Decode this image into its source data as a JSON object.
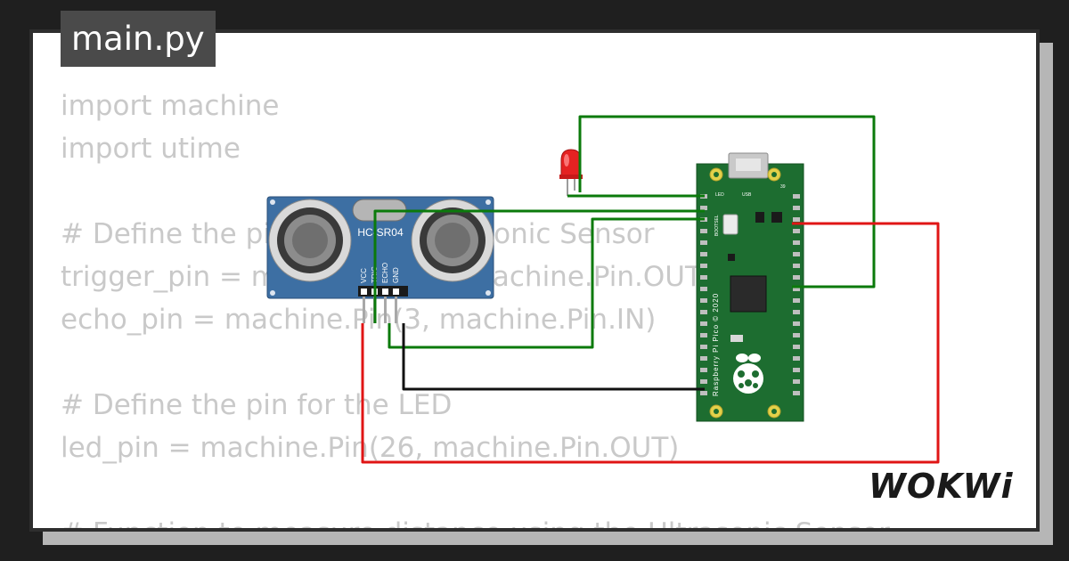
{
  "tab": {
    "filename": "main.py"
  },
  "code": {
    "lines": [
      "import machine",
      "import utime",
      "",
      "# Define the pins for the Ultrasonic Sensor",
      "trigger_pin = machine.Pin(2, machine.Pin.OUT)",
      "echo_pin = machine.Pin(3, machine.Pin.IN)",
      "",
      "# Define the pin for the LED",
      "led_pin = machine.Pin(26, machine.Pin.OUT)",
      "",
      "# Function to measure distance using the Ultrasonic Sensor"
    ]
  },
  "sensor": {
    "model": "HC-SR04",
    "pins": [
      "VCC",
      "TRIG",
      "ECHO",
      "GND"
    ]
  },
  "pico": {
    "label_led": "LED",
    "label_usb": "USB",
    "label_bootsel": "BOOTSEL",
    "label_pin_top": "39",
    "silkscreen": "Raspberry Pi Pico © 2020"
  },
  "brand": {
    "logo": "WOKWi"
  },
  "colors": {
    "wire_green": "#0b7a0b",
    "wire_red": "#e01515",
    "wire_black": "#111111",
    "pcb_green": "#1d6d30",
    "sensor_blue": "#3d6fa3"
  }
}
